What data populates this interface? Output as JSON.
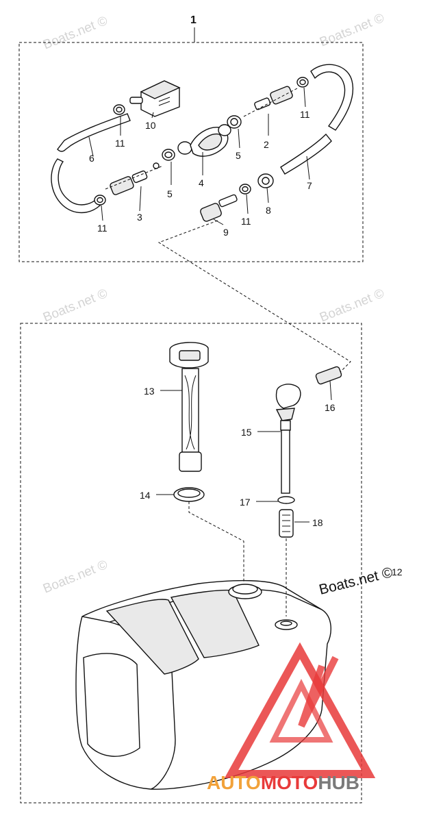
{
  "diagram": {
    "assembly_labels": {
      "hose_assembly": "1",
      "tank_assembly": "12"
    },
    "part_labels": [
      "2",
      "3",
      "4",
      "5",
      "5",
      "6",
      "7",
      "8",
      "9",
      "10",
      "11",
      "11",
      "11",
      "11",
      "13",
      "14",
      "15",
      "16",
      "17",
      "18"
    ]
  },
  "watermarks": {
    "site": "Boats.net ©",
    "brand_part1": "AUTO",
    "brand_part2": "MOTO",
    "brand_part3": "HUB"
  },
  "colors": {
    "brand_red": "#e83a3a",
    "brand_orange": "#f2a23a",
    "brand_grey": "#7a7a7a"
  }
}
